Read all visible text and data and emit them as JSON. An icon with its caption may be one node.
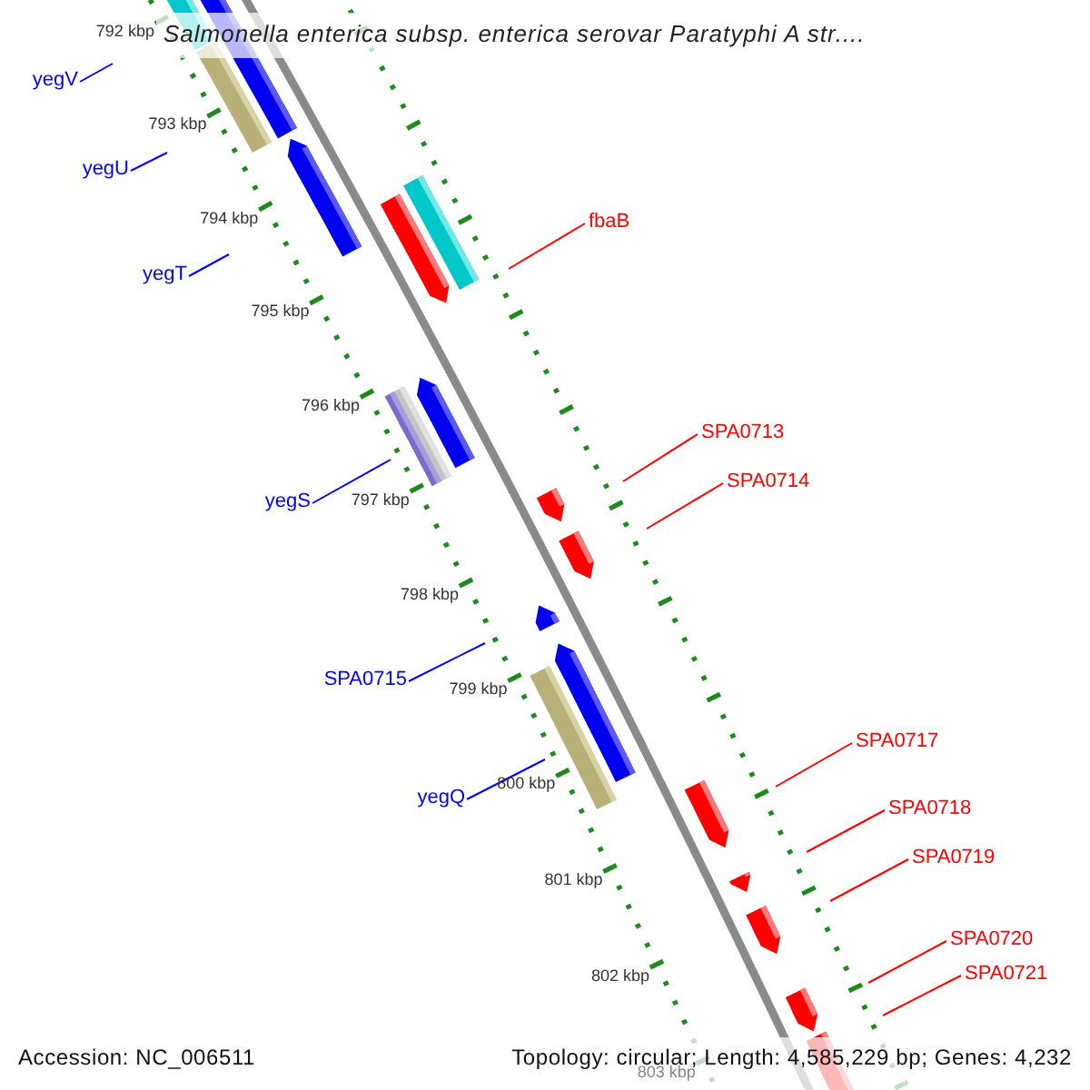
{
  "diagram": {
    "title": "Salmonella enterica subsp. enterica serovar Paratyphi A str....",
    "nodes": [
      {
        "text": [
          "yegV"
        ]
      },
      {
        "text": [
          "yegU"
        ]
      },
      {
        "text": [
          "fbaB"
        ]
      },
      {
        "text": [
          "yegT"
        ]
      },
      {
        "text": [
          "SPA0713"
        ]
      },
      {
        "text": [
          "SPA0714"
        ]
      },
      {
        "text": [
          "yegS"
        ]
      },
      {
        "text": [
          "SPA0715"
        ]
      },
      {
        "text": [
          "SPA0717"
        ]
      },
      {
        "text": [
          "yegQ"
        ]
      },
      {
        "text": [
          "SPA0718"
        ]
      },
      {
        "text": [
          "SPA0719"
        ]
      },
      {
        "text": [
          "SPA0720"
        ]
      },
      {
        "text": [
          "SPA0721"
        ]
      }
    ],
    "edges": [
      {
        "from": 0,
        "to": null,
        "arrow": "none",
        "color": "#0000ff"
      },
      {
        "from": 1,
        "to": null,
        "arrow": "none",
        "color": "#0000ff"
      },
      {
        "from": 2,
        "to": null,
        "arrow": "none"
      },
      {
        "from": 3,
        "to": null,
        "arrow": "none",
        "color": "#0000ff"
      },
      {
        "from": 4,
        "to": null,
        "arrow": "none"
      },
      {
        "from": 5,
        "to": null,
        "arrow": "none"
      },
      {
        "from": 6,
        "to": null,
        "arrow": "none",
        "color": "#0000ff"
      },
      {
        "from": 7,
        "to": null,
        "arrow": "none",
        "color": "#0000ff"
      },
      {
        "from": 8,
        "to": null,
        "arrow": "none"
      },
      {
        "from": 9,
        "to": null,
        "arrow": "none",
        "color": "#0000ff"
      },
      {
        "from": 10,
        "to": null,
        "arrow": "none"
      },
      {
        "from": 11,
        "to": null,
        "arrow": "none"
      },
      {
        "from": 12,
        "to": null,
        "arrow": "none"
      },
      {
        "from": 13,
        "to": null,
        "arrow": "none"
      }
    ],
    "labels": [
      "792 kbp",
      "793 kbp",
      "794 kbp",
      "795 kbp",
      "796 kbp",
      "797 kbp",
      "798 kbp",
      "799 kbp",
      "800 kbp",
      "801 kbp",
      "802 kbp",
      "803 kbp",
      "Accession: NC_006511",
      "Topology: circular; Length: 4,585,229 bp; Genes: 4,232"
    ]
  }
}
